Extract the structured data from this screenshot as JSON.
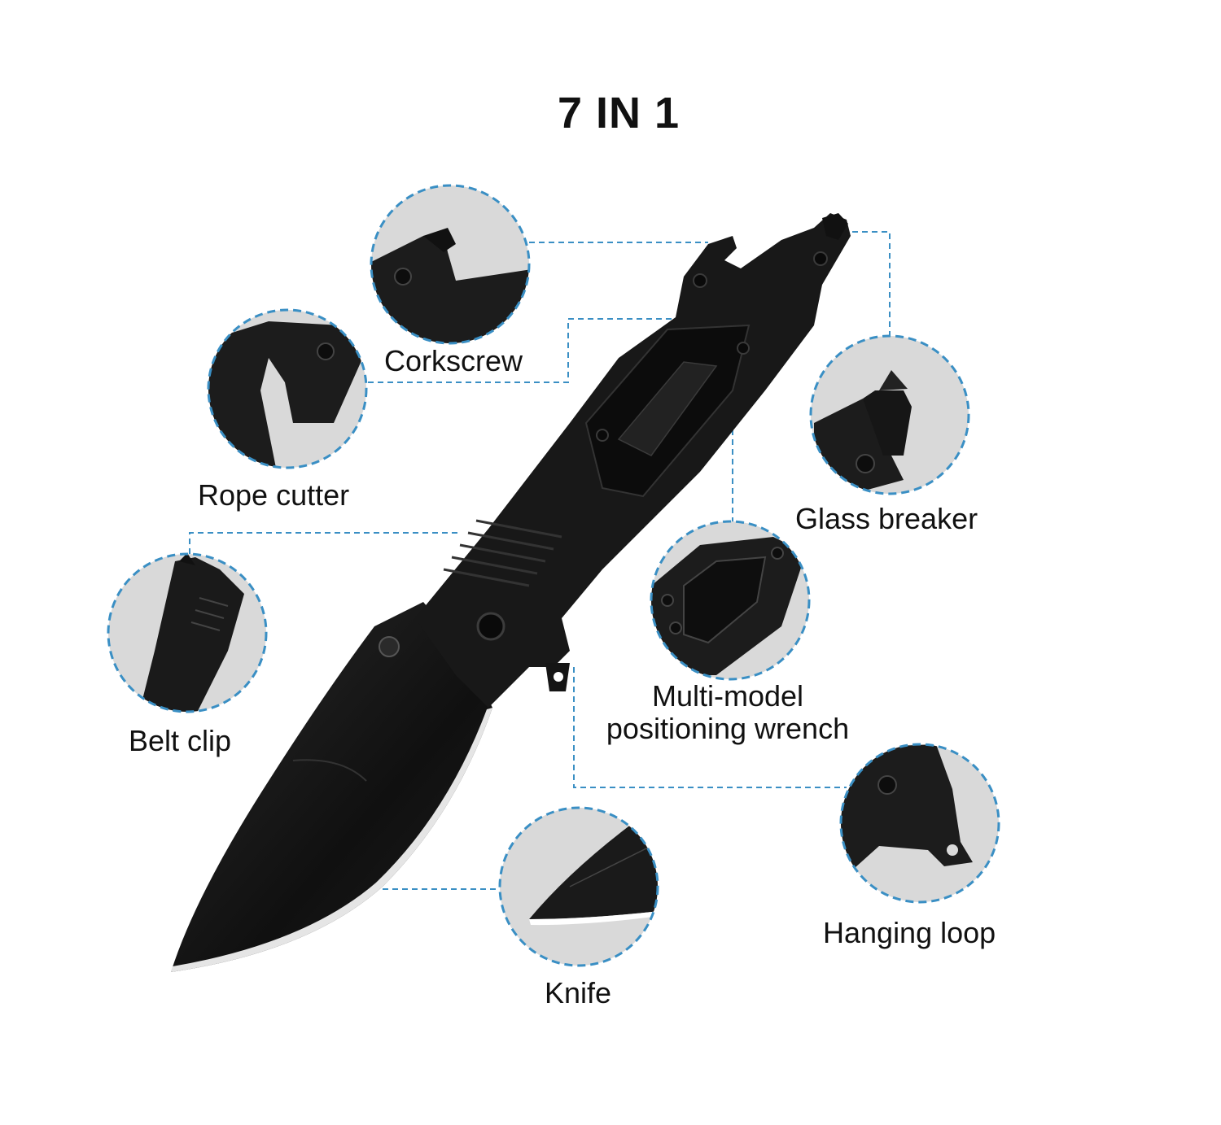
{
  "title": "7 IN 1",
  "colors": {
    "accent_dash": "#3a8fc4",
    "circle_fill": "#d9d9d9",
    "knife_body": "#151515",
    "background": "#ffffff"
  },
  "features": [
    {
      "id": "corkscrew",
      "label": "Corkscrew",
      "icon": "corkscrew-closeup"
    },
    {
      "id": "rope-cutter",
      "label": "Rope cutter",
      "icon": "rope-cutter-closeup"
    },
    {
      "id": "glass-breaker",
      "label": "Glass breaker",
      "icon": "glass-breaker-closeup"
    },
    {
      "id": "belt-clip",
      "label": "Belt clip",
      "icon": "belt-clip-closeup"
    },
    {
      "id": "wrench",
      "label_line1": "Multi-model",
      "label_line2": "positioning wrench",
      "icon": "wrench-closeup"
    },
    {
      "id": "hanging-loop",
      "label": "Hanging loop",
      "icon": "hanging-loop-closeup"
    },
    {
      "id": "knife",
      "label": "Knife",
      "icon": "blade-closeup"
    }
  ]
}
